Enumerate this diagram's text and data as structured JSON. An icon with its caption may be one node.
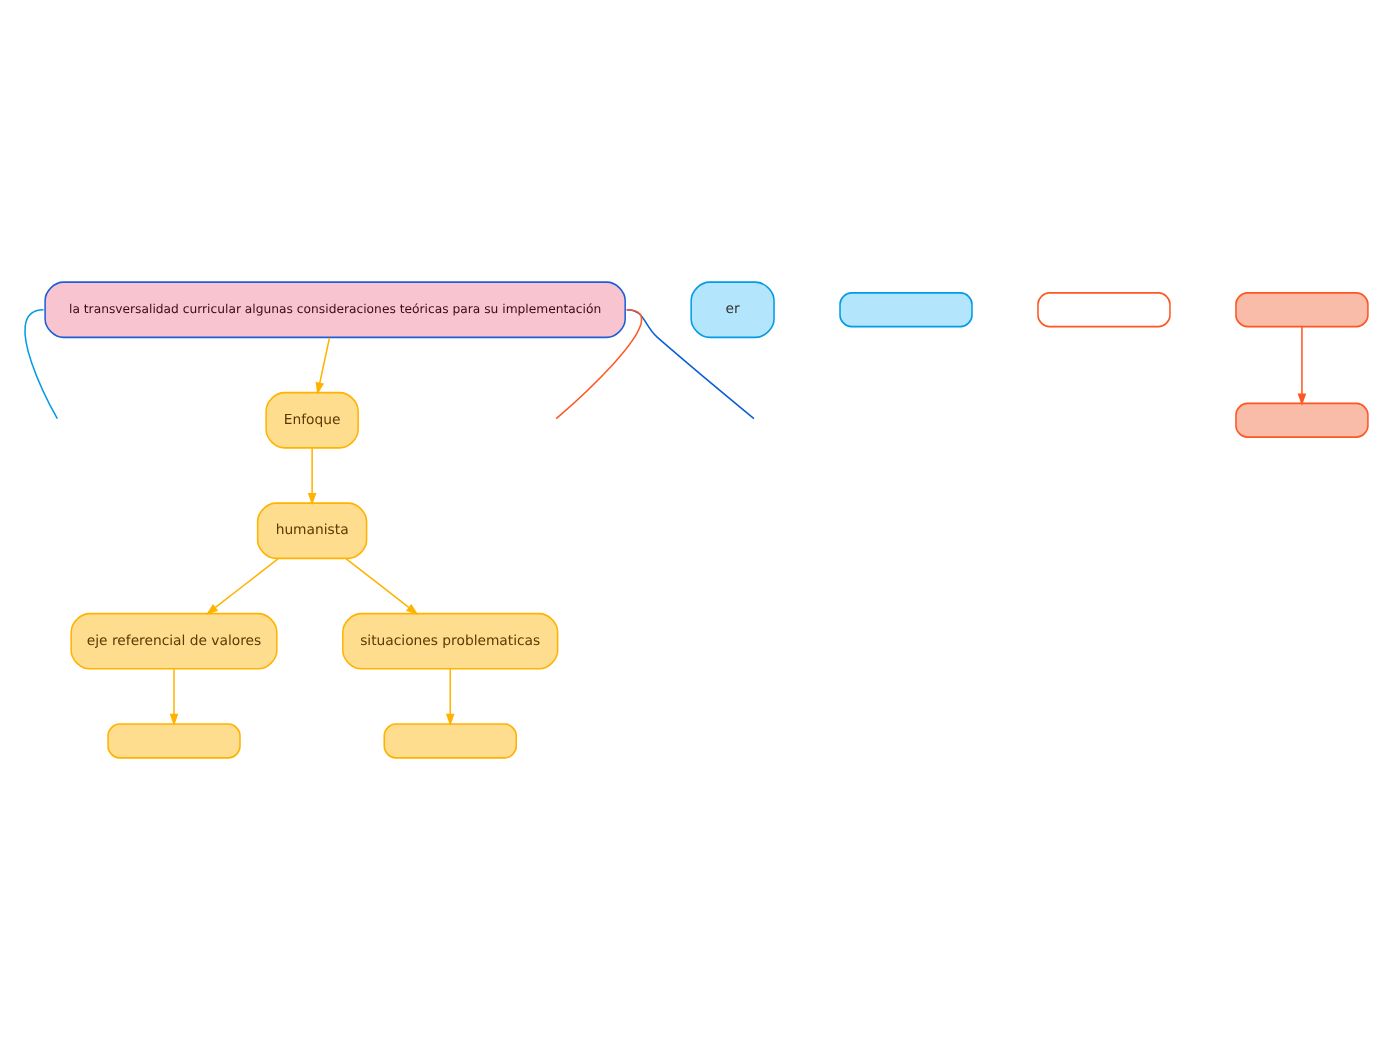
{
  "diagram": {
    "nodes": [
      {
        "text": [
          "la transversalidad curricular algunas consideraciones teóricas para su implementación"
        ]
      },
      {
        "text": [
          "Enfoque"
        ]
      },
      {
        "text": [
          "humanista"
        ]
      },
      {
        "text": [
          "eje referencial de valores"
        ]
      },
      {
        "text": [
          "situaciones problematicas"
        ]
      },
      {
        "text": [],
        "shape": "box"
      },
      {
        "text": [],
        "shape": "box"
      },
      {
        "text": [
          "er"
        ]
      },
      {
        "text": [],
        "shape": "box"
      },
      {
        "text": [],
        "shape": "box"
      },
      {
        "text": [],
        "shape": "box"
      },
      {
        "text": [],
        "shape": "box"
      }
    ],
    "edges": [
      {
        "from": 0,
        "to": 1,
        "arrow": "to"
      },
      {
        "from": 1,
        "to": 2,
        "arrow": "to"
      },
      {
        "from": 2,
        "to": 3,
        "arrow": "to"
      },
      {
        "from": 2,
        "to": 4,
        "arrow": "to"
      },
      {
        "from": 3,
        "to": 5,
        "arrow": "to"
      },
      {
        "from": 4,
        "to": 6,
        "arrow": "to"
      },
      {
        "from": 0,
        "to": null,
        "arrow": "none",
        "color": "#0b5ed7"
      },
      {
        "from": 0,
        "to": null,
        "arrow": "none",
        "color": "#ff5722"
      },
      {
        "from": 0,
        "to": null,
        "arrow": "none",
        "color": "#039be5"
      },
      {
        "from": 10,
        "to": 11,
        "arrow": "to",
        "color": "#ff5722"
      }
    ]
  }
}
